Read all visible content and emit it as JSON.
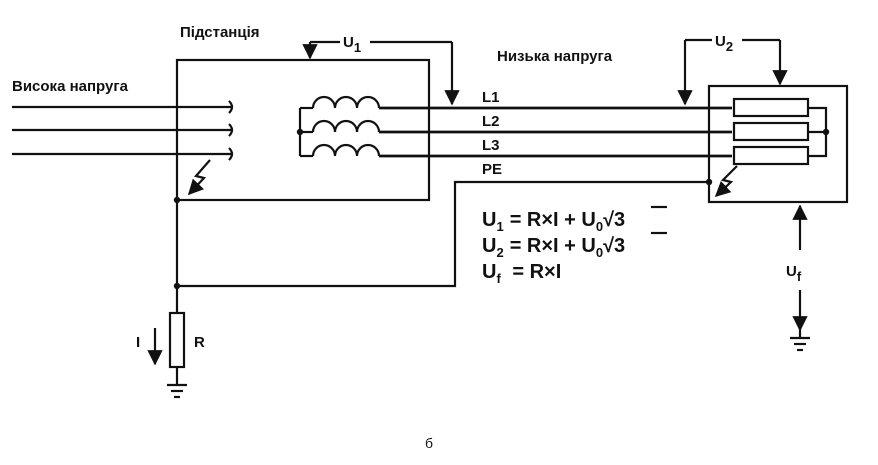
{
  "labels": {
    "substation": "Підстанція",
    "high_voltage": "Висока напруга",
    "low_voltage": "Низька напруга",
    "u1_main": "U",
    "u1_sub": "1",
    "u2_main": "U",
    "u2_sub": "2",
    "uf_main": "U",
    "uf_sub": "f",
    "line1": "L1",
    "line2": "L2",
    "line3": "L3",
    "pe": "PE",
    "current": "I",
    "resistance": "R",
    "caption": "б"
  },
  "formulas": [
    {
      "lhs": "U",
      "lhs_sub": "1",
      "rhs": "= R×I + U",
      "rhs_sub": "0",
      "tail": "√3"
    },
    {
      "lhs": "U",
      "lhs_sub": "2",
      "rhs": "= R×I + U",
      "rhs_sub": "0",
      "tail": "√3"
    },
    {
      "lhs": "U",
      "lhs_sub": "f",
      "rhs": " = R×I",
      "rhs_sub": "",
      "tail": ""
    }
  ],
  "colors": {
    "ink": "#111111",
    "background": "#ffffff"
  }
}
